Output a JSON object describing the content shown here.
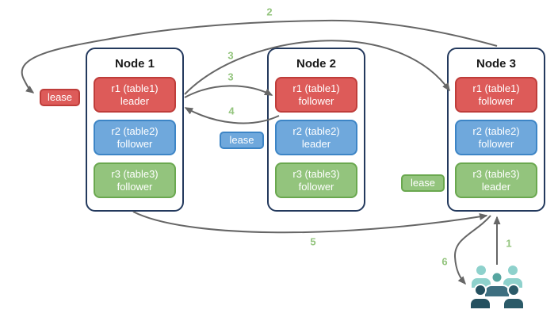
{
  "colors": {
    "node-border": "#23395d",
    "arrow-color": "#666666",
    "step-green": "#93c47d",
    "red-fill": "#dd5b59",
    "red-border": "#bf3d3a",
    "blue-fill": "#6fa8dc",
    "blue-border": "#3d85c6",
    "green-fill": "#93c47d",
    "green-border": "#6aa84f",
    "users-light": "#8ed1cc",
    "users-medium": "#56a5a0",
    "users-slate": "#3e6f80",
    "users-dark": "#24505f",
    "users-dark2": "#2b5a68"
  },
  "nodes": [
    {
      "title": "Node 1",
      "replicas": [
        {
          "label": "r1 (table1)",
          "role": "leader",
          "variant": "red"
        },
        {
          "label": "r2 (table2)",
          "role": "follower",
          "variant": "blue"
        },
        {
          "label": "r3 (table3)",
          "role": "follower",
          "variant": "green"
        }
      ]
    },
    {
      "title": "Node 2",
      "replicas": [
        {
          "label": "r1 (table1)",
          "role": "follower",
          "variant": "red"
        },
        {
          "label": "r2 (table2)",
          "role": "leader",
          "variant": "blue"
        },
        {
          "label": "r3 (table3)",
          "role": "follower",
          "variant": "green"
        }
      ]
    },
    {
      "title": "Node 3",
      "replicas": [
        {
          "label": "r1 (table1)",
          "role": "follower",
          "variant": "red"
        },
        {
          "label": "r2 (table2)",
          "role": "follower",
          "variant": "blue"
        },
        {
          "label": "r3 (table3)",
          "role": "leader",
          "variant": "green"
        }
      ]
    }
  ],
  "leases": [
    {
      "label": "lease",
      "variant": "red"
    },
    {
      "label": "lease",
      "variant": "blue"
    },
    {
      "label": "lease",
      "variant": "green"
    }
  ],
  "steps": {
    "s1": "1",
    "s2": "2",
    "s3a": "3",
    "s3b": "3",
    "s4": "4",
    "s5": "5",
    "s6": "6"
  }
}
